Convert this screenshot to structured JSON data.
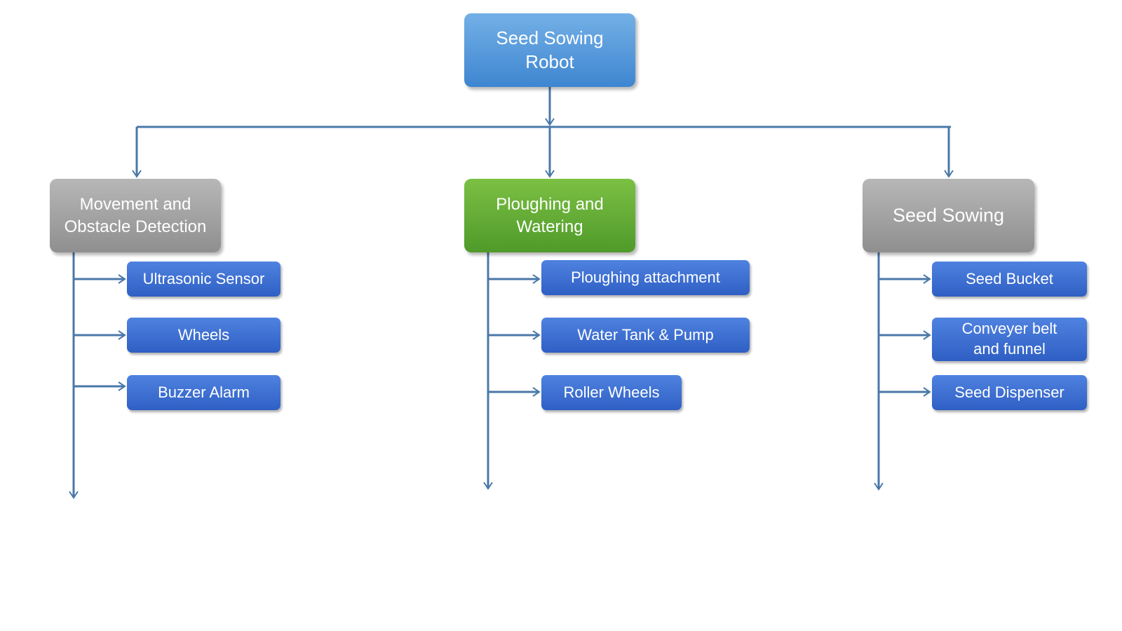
{
  "root": {
    "label_line1": "Seed Sowing",
    "label_line2": "Robot"
  },
  "categories": [
    {
      "label_line1": "Movement and",
      "label_line2": "Obstacle Detection",
      "color": "#9e9e9e",
      "items": [
        "Ultrasonic Sensor",
        "Wheels",
        "Buzzer Alarm"
      ]
    },
    {
      "label_line1": "Ploughing and",
      "label_line2": "Watering",
      "color": "#5ea634",
      "items": [
        "Ploughing attachment",
        "Water Tank & Pump",
        "Roller Wheels"
      ]
    },
    {
      "label": "Seed Sowing",
      "color": "#9e9e9e",
      "items": [
        "Seed Bucket",
        "Conveyer belt and funnel",
        "Seed Dispenser"
      ]
    }
  ],
  "colors": {
    "connector": "#4a78a8",
    "leaf": "#3a6fd6",
    "root": "#5a9ddc"
  }
}
